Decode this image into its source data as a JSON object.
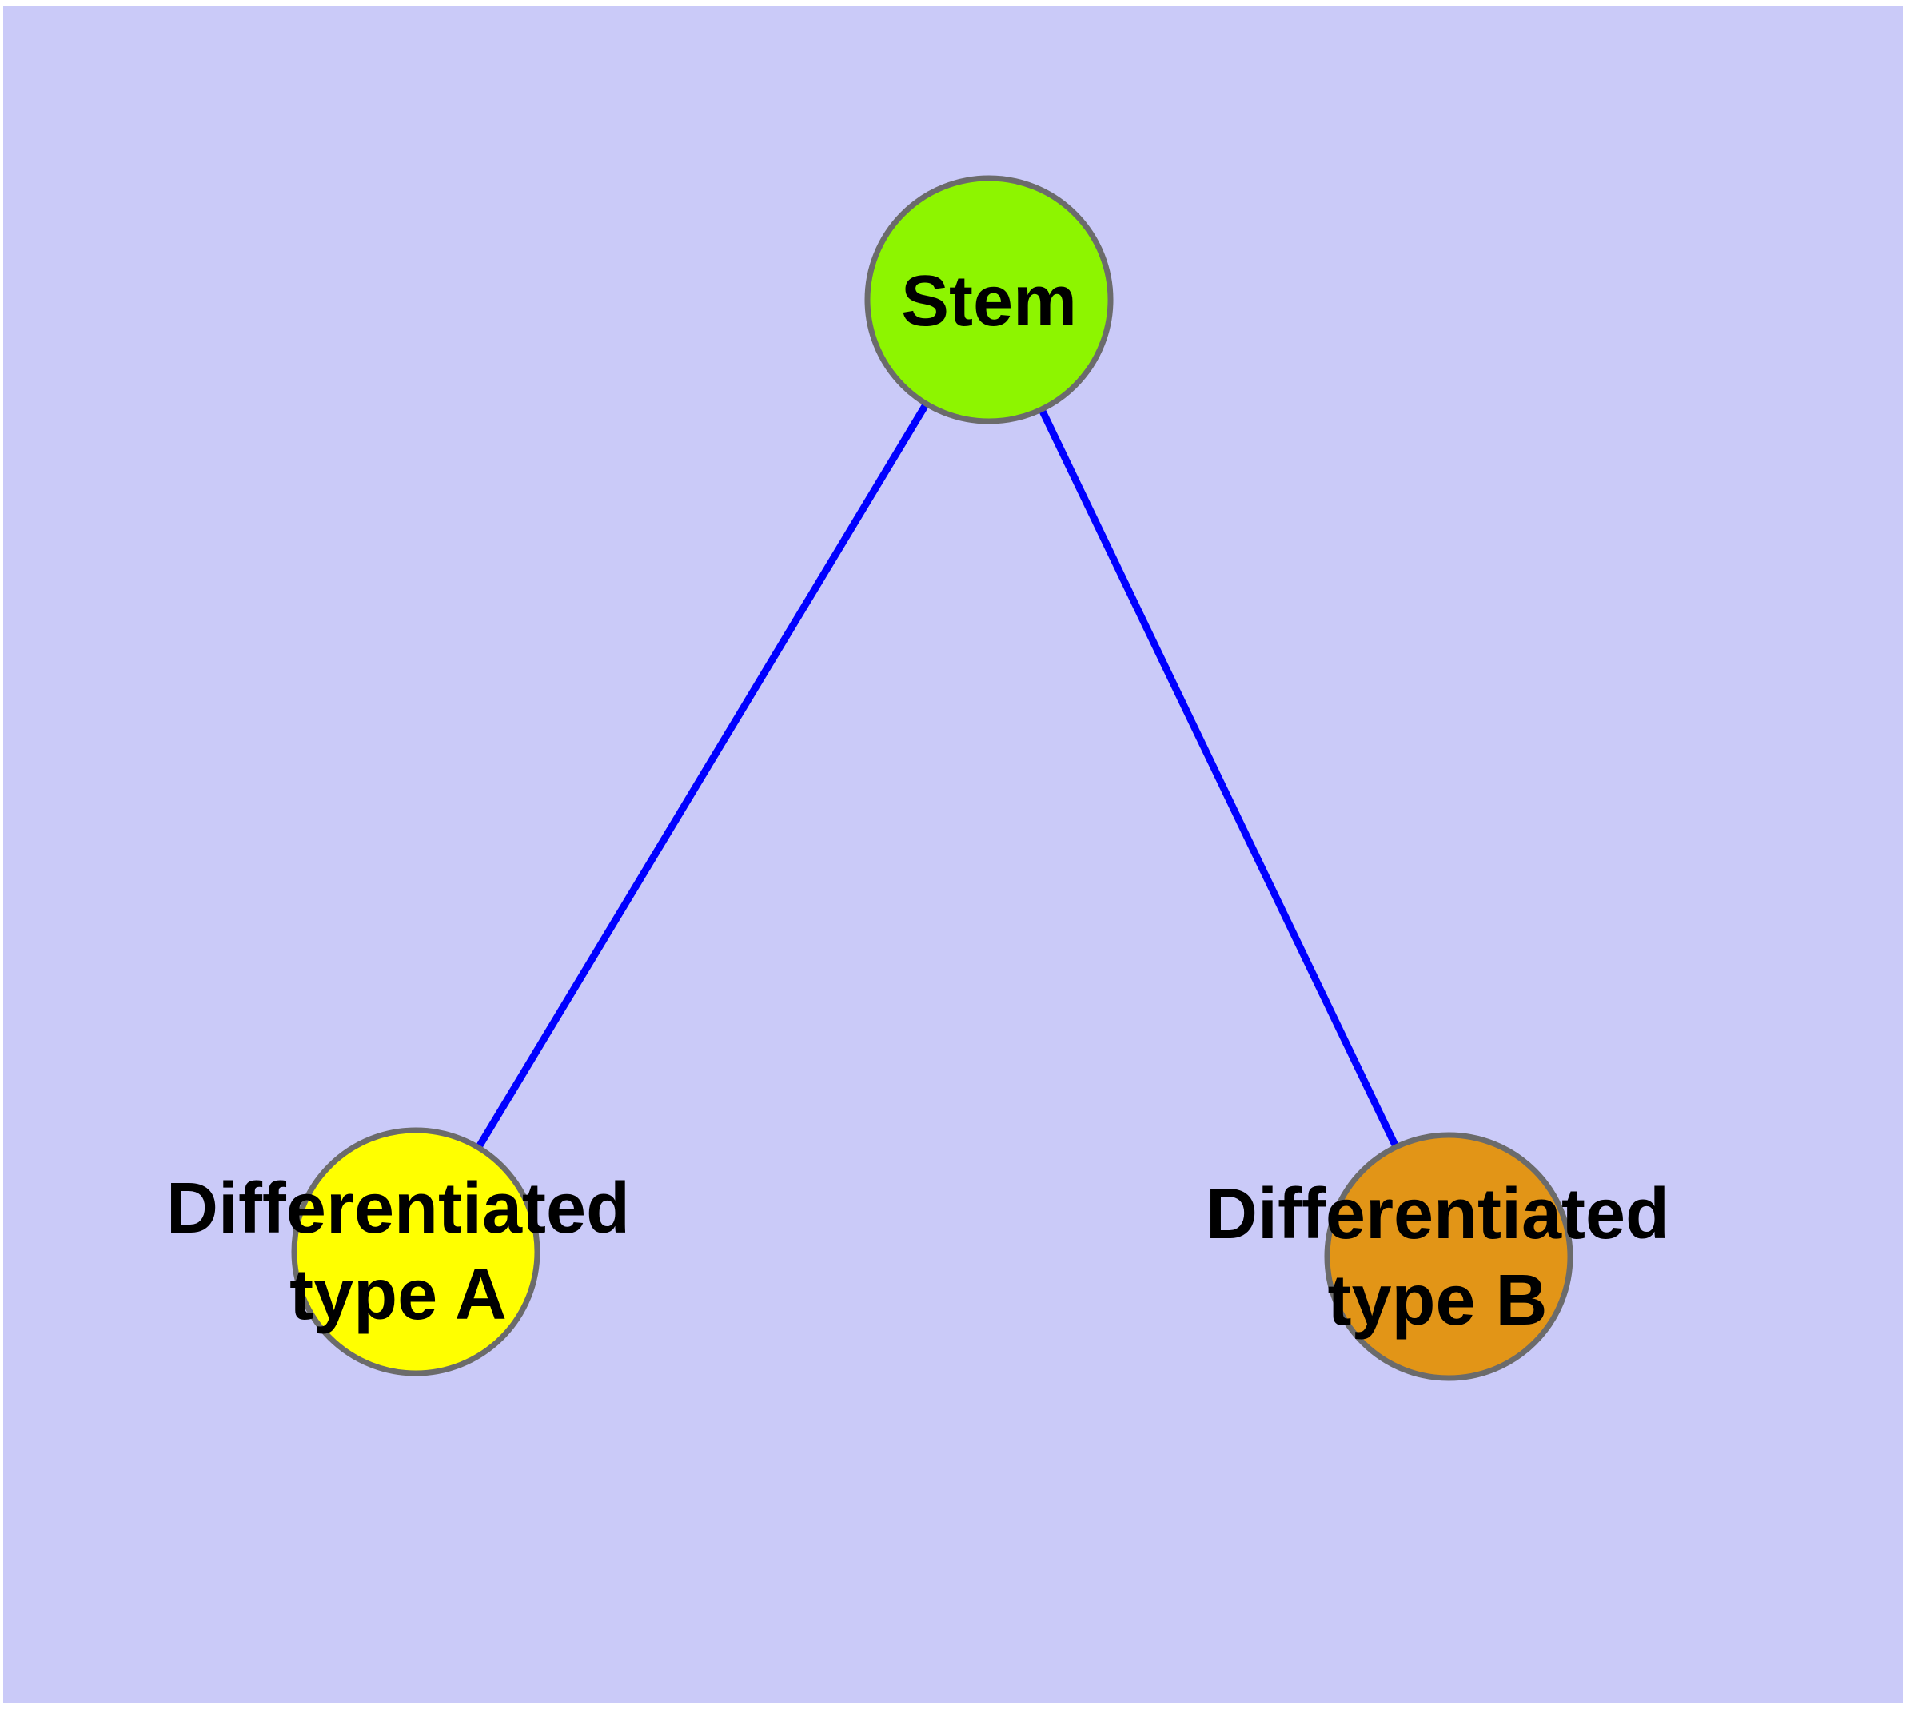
{
  "figure": {
    "type": "graph-diagram",
    "background_color": "#CACAF8",
    "frame_color": "#FFFFFF",
    "edge_color": "#0000FF",
    "node_border_color": "#6B6B6B",
    "label_color": "#000000"
  },
  "nodes": {
    "stem": {
      "label": "Stem",
      "fill": "#8DF500"
    },
    "type_a": {
      "label_line1": "Differentiated",
      "label_line2": "type A",
      "fill": "#FFFF00"
    },
    "type_b": {
      "label_line1": "Differentiated",
      "label_line2": "type B",
      "fill": "#E29517"
    }
  },
  "edges": [
    {
      "from": "Stem",
      "to": "Differentiated type A"
    },
    {
      "from": "Stem",
      "to": "Differentiated type B"
    }
  ]
}
